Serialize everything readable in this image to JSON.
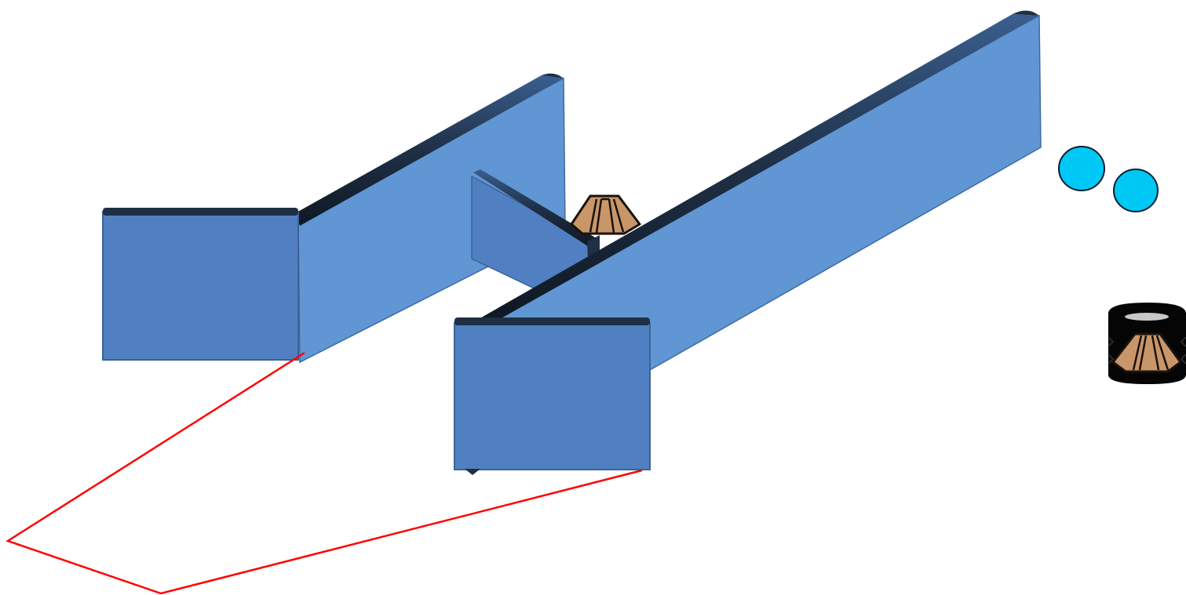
{
  "scene": {
    "background": "#ffffff",
    "colors": {
      "wall_front": "#5180c2",
      "wall_side": "#6096d4",
      "wall_edge": "#1f2f45",
      "ball": "#00c8f5",
      "ball_outline": "#0a1e33",
      "cone": "#c9966a",
      "cone_outline": "#1a120c",
      "cup": "#050505",
      "path": "#ff0000"
    },
    "objects": [
      {
        "name": "left-wall-front",
        "kind": "wall-front"
      },
      {
        "name": "left-wall-long",
        "kind": "wall-side"
      },
      {
        "name": "middle-small-wall",
        "kind": "wall-side"
      },
      {
        "name": "right-wall-long",
        "kind": "wall-side"
      },
      {
        "name": "right-wall-front",
        "kind": "wall-front"
      },
      {
        "name": "cone-between-walls",
        "kind": "cone-icon"
      },
      {
        "name": "ball-icon-1",
        "kind": "ball-icon"
      },
      {
        "name": "ball-icon-2",
        "kind": "ball-icon"
      },
      {
        "name": "cup-with-cone-icon",
        "kind": "cup-icon"
      },
      {
        "name": "red-path",
        "kind": "path-line"
      }
    ]
  }
}
